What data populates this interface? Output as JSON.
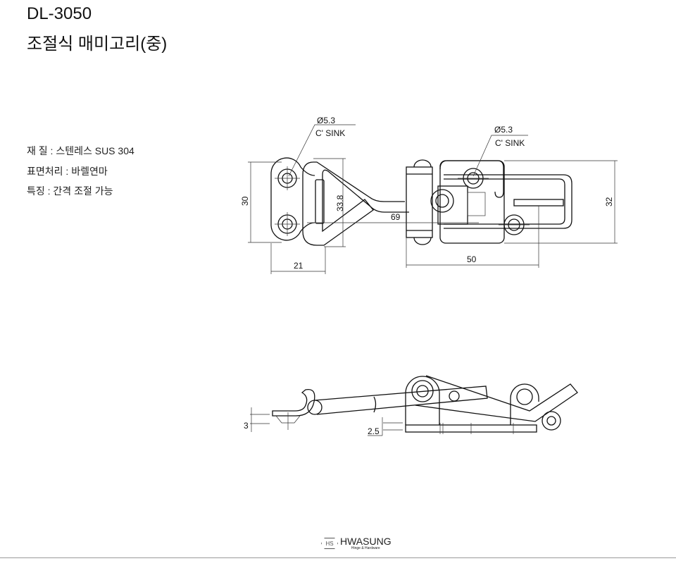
{
  "header": {
    "model": "DL-3050",
    "name": "조절식 매미고리(중)"
  },
  "specs": [
    {
      "text": "재 질 : 스텐레스 SUS 304"
    },
    {
      "text": "표면처리 : 바렐연마"
    },
    {
      "text": "특징 : 간격 조절 가능"
    }
  ],
  "drawing": {
    "hole_left": {
      "dia": "Ø5.3",
      "note": "C' SINK"
    },
    "hole_right": {
      "dia": "Ø5.3",
      "note": "C' SINK"
    },
    "dims": {
      "d30": "30",
      "d21": "21",
      "d33_8": "33.8",
      "d69": "69",
      "d50": "50",
      "d32": "32",
      "d3": "3",
      "d2_5": "2.5"
    }
  },
  "logo": {
    "brand": "HWASUNG",
    "tagline": "Hinge & Hardware",
    "mark": "HS"
  }
}
